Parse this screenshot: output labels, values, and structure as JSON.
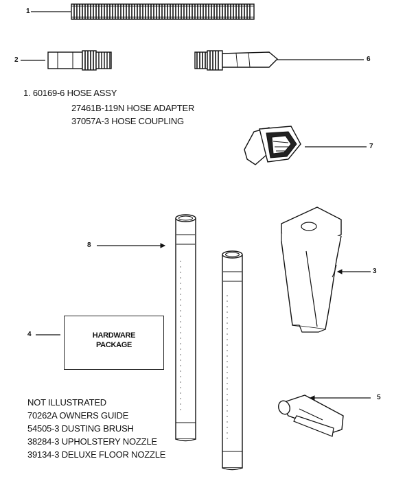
{
  "callouts": {
    "c1": "1",
    "c2": "2",
    "c6": "6",
    "c7": "7",
    "c8a": "8",
    "c3": "3",
    "c4": "4",
    "c5": "5"
  },
  "parts_list": {
    "line1": "1.  60169-6 HOSE ASSY",
    "line2": "27461B-119N HOSE ADAPTER",
    "line3": "37057A-3 HOSE COUPLING"
  },
  "hardware_package": {
    "line1": "HARDWARE",
    "line2": "PACKAGE"
  },
  "not_illustrated": {
    "heading": "NOT ILLUSTRATED",
    "items": [
      "70262A OWNERS GUIDE",
      "54505-3 DUSTING BRUSH",
      "38284-3 UPHOLSTERY NOZZLE",
      "39134-3 DELUXE FLOOR NOZZLE"
    ]
  }
}
